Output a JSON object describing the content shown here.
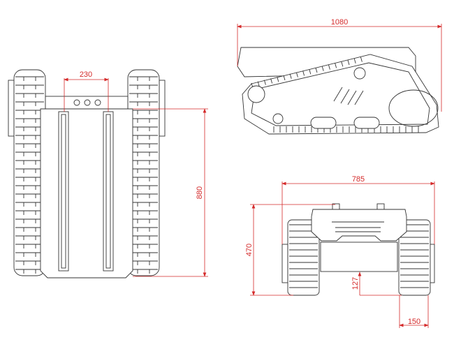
{
  "drawing": {
    "top_view": {
      "width_between_rails": "230",
      "length": "880"
    },
    "side_view": {
      "overall_length": "1080"
    },
    "front_view": {
      "overall_width": "785",
      "height": "470",
      "ground_clearance": "127",
      "track_width": "150"
    },
    "colors": {
      "dimension": "#d42a2a",
      "outline": "#333333"
    }
  }
}
